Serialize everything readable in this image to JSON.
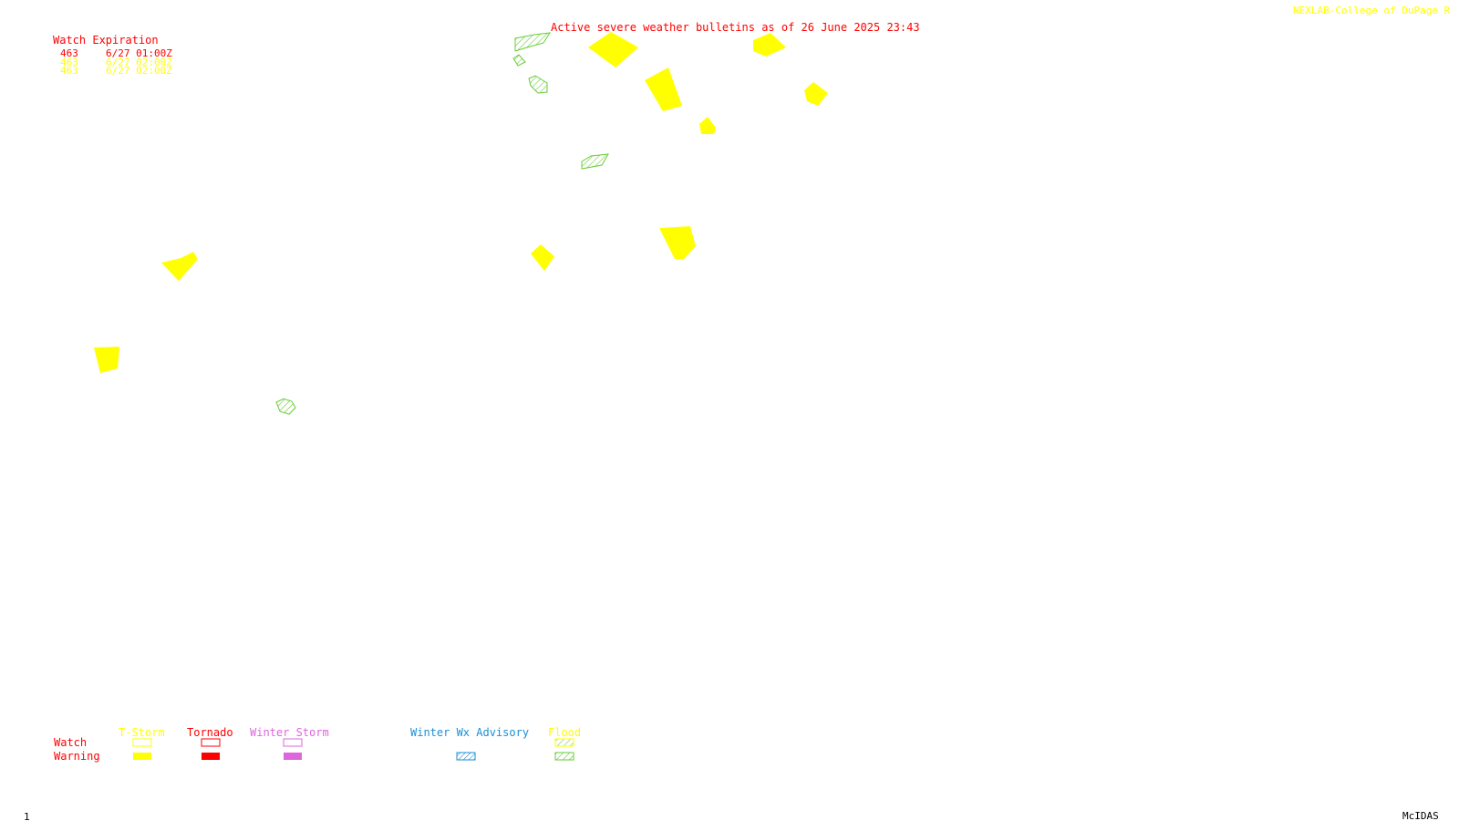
{
  "header": {
    "credit": "NEXLAB-College of DuPage R",
    "title": "Active severe weather bulletins as of 26 June 2025 23:43"
  },
  "watch_table": {
    "heading": "Watch Expiration",
    "rows": [
      {
        "id": "463",
        "expires": "6/27 01:00Z",
        "color": "#ff0000"
      },
      {
        "id": "463",
        "expires": "6/27 02:00Z",
        "color": "#ffff00"
      },
      {
        "id": "463",
        "expires": "6/27 02:00Z",
        "color": "#ffff00"
      }
    ]
  },
  "legend": {
    "row_labels": {
      "watch": "Watch",
      "warning": "Warning"
    },
    "categories": [
      {
        "label": "T-Storm",
        "color": "#ffff00"
      },
      {
        "label": "Tornado",
        "color": "#ff0000"
      },
      {
        "label": "Winter Storm",
        "color": "#dd66dd"
      },
      {
        "label": "Winter Wx Advisory",
        "color": "#1a8fd6"
      },
      {
        "label": "Flood",
        "color": "#66cc33"
      }
    ]
  },
  "footer": {
    "frame": "1",
    "software": "McIDAS"
  },
  "colors": {
    "label_red": "#ff0000",
    "tstorm_warning": "#ffff00",
    "flood_warning": "#66cc33",
    "tornado_warning": "#ff0000",
    "winter_storm": "#dd66dd",
    "winter_advisory": "#1a8fd6",
    "credit": "#ffff00"
  }
}
